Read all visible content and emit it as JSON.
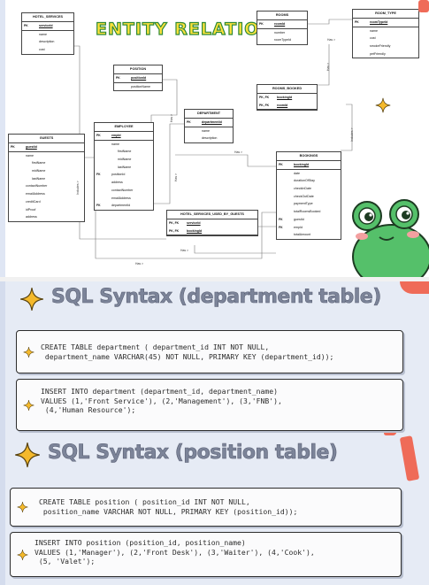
{
  "er_diagram": {
    "title": "ENTITY RELATION",
    "tables": {
      "hotel_services": {
        "name": "HOTEL_SERVICES",
        "rows": [
          {
            "key": "PK",
            "col": "serviceId"
          },
          {
            "key": "",
            "col": "name"
          },
          {
            "key": "",
            "col": "description"
          },
          {
            "key": "",
            "col": "cost"
          }
        ]
      },
      "rooms": {
        "name": "ROOMS",
        "rows": [
          {
            "key": "PK",
            "col": "roomId"
          },
          {
            "key": "",
            "col": "number"
          },
          {
            "key": "",
            "col": "roomTypeId"
          }
        ]
      },
      "room_type": {
        "name": "ROOM_TYPE",
        "rows": [
          {
            "key": "PK",
            "col": "roomTypeId"
          },
          {
            "key": "",
            "col": "name"
          },
          {
            "key": "",
            "col": "cost"
          },
          {
            "key": "",
            "col": "smokeFriendly"
          },
          {
            "key": "",
            "col": "petFriendly"
          }
        ]
      },
      "position": {
        "name": "POSITION",
        "rows": [
          {
            "key": "PK",
            "col": "positionId"
          },
          {
            "key": "",
            "col": "positionName"
          }
        ]
      },
      "rooms_booked": {
        "name": "ROOMS_BOOKED",
        "rows": [
          {
            "key": "PK, FK",
            "col": "bookingId"
          },
          {
            "key": "PK, FK",
            "col": "roomId"
          }
        ]
      },
      "department": {
        "name": "DEPARTMENT",
        "rows": [
          {
            "key": "PK",
            "col": "departmentId"
          },
          {
            "key": "",
            "col": "name"
          },
          {
            "key": "",
            "col": "description"
          }
        ]
      },
      "guests": {
        "name": "GUESTS",
        "rows": [
          {
            "key": "PK",
            "col": "guestId"
          },
          {
            "key": "",
            "col": "name"
          },
          {
            "key": "",
            "col": "firstName"
          },
          {
            "key": "",
            "col": "midName"
          },
          {
            "key": "",
            "col": "lastName"
          },
          {
            "key": "",
            "col": "contactNumber"
          },
          {
            "key": "",
            "col": "emailAddress"
          },
          {
            "key": "",
            "col": "creditCard"
          },
          {
            "key": "",
            "col": "idProof"
          },
          {
            "key": "",
            "col": "address"
          }
        ]
      },
      "employee": {
        "name": "EMPLOYEE",
        "rows": [
          {
            "key": "PK",
            "col": "empId"
          },
          {
            "key": "",
            "col": "name"
          },
          {
            "key": "",
            "col": "firstName"
          },
          {
            "key": "",
            "col": "midName"
          },
          {
            "key": "",
            "col": "lastName"
          },
          {
            "key": "FK",
            "col": "positionId"
          },
          {
            "key": "",
            "col": "address"
          },
          {
            "key": "",
            "col": "contactNumber"
          },
          {
            "key": "",
            "col": "emailAddress"
          },
          {
            "key": "FK",
            "col": "departmentId"
          }
        ]
      },
      "bookings": {
        "name": "BOOKINGS",
        "rows": [
          {
            "key": "PK",
            "col": "bookingId"
          },
          {
            "key": "",
            "col": "date"
          },
          {
            "key": "",
            "col": "durationOfStay"
          },
          {
            "key": "",
            "col": "checkInDate"
          },
          {
            "key": "",
            "col": "checkOutDate"
          },
          {
            "key": "",
            "col": "paymentType"
          },
          {
            "key": "",
            "col": "totalRoomsBooked"
          },
          {
            "key": "FK",
            "col": "guestId"
          },
          {
            "key": "FK",
            "col": "empId"
          },
          {
            "key": "",
            "col": "totalAmount"
          }
        ]
      },
      "hotel_services_used": {
        "name": "HOTEL_SERVICES_USED_BY_GUESTS",
        "rows": [
          {
            "key": "PK, FK",
            "col": "serviceId"
          },
          {
            "key": "PK, FK",
            "col": "bookingId"
          }
        ]
      }
    },
    "relations": {
      "rooms_type": "Has >",
      "booked_rooms": "Has >",
      "bookings_rooms_booked": "Includes >",
      "position_employee": "Has >",
      "dept_employee": "Has >",
      "guest_bookings": "Has >",
      "employee_bookings": "Has >",
      "services_used": "Includes >",
      "services_used_2": "Has >"
    }
  },
  "department_section": {
    "title": "SQL Syntax (department table)",
    "create_sql": "CREATE TABLE department ( department_id INT NOT NULL,\n department_name VARCHAR(45) NOT NULL, PRIMARY KEY (department_id));",
    "insert_sql": "INSERT INTO department (department_id, department_name)\nVALUES (1,'Front Service'), (2,'Management'), (3,'FNB'),\n (4,'Human Resource');"
  },
  "position_section": {
    "title": "SQL Syntax (position table)",
    "create_sql": "CREATE TABLE position ( position_id INT NOT NULL,\n position_name VARCHAR NOT NULL, PRIMARY KEY (position_id));",
    "insert_sql": "INSERT INTO position (position_id, position_name)\nVALUES (1,'Manager'), (2,'Front Desk'), (3,'Waiter'), (4,'Cook'),\n (5, 'Valet');"
  },
  "colors": {
    "title_fill": "#ffe23a",
    "title_stroke": "#2f8a38",
    "sparkle": "#f4b92c",
    "frog": "#55c06a",
    "accent_red": "#ef6b58",
    "slide_bg": "#e6ebf5"
  },
  "icons": [
    "sparkle-icon",
    "frog-mascot"
  ]
}
